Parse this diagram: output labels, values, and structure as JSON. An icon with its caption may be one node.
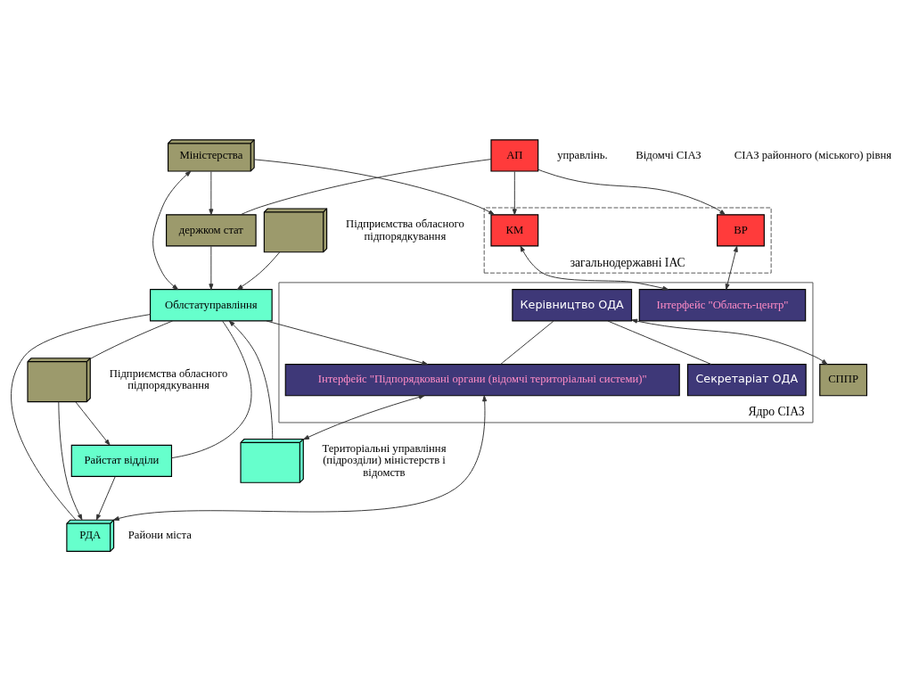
{
  "diagram": {
    "nodes": [
      {
        "text": [
          "АП"
        ]
      },
      {
        "text": [
          "загальнодержавні ІАС"
        ]
      },
      {
        "text": [
          "КМ"
        ],
        "in": 1
      },
      {
        "text": [
          "ВР"
        ],
        "in": 1
      },
      {
        "text": [
          "Міністерства"
        ]
      },
      {
        "text": [
          "держком стат"
        ]
      },
      {
        "text": [
          "Ядро СІАЗ"
        ]
      },
      {
        "text": [
          "Інтерфейс \"Область-центр\""
        ],
        "in": 6
      },
      {
        "text": [
          "Керівництво ОДА"
        ],
        "in": 6
      },
      {
        "text": [
          "Секретаріат ОДА"
        ],
        "in": 6
      },
      {
        "text": [
          "Інтерфейс \"Підпорядковані органи (відомчі територіальні системи)\""
        ],
        "in": 6
      },
      {
        "text": [
          "СППР"
        ]
      },
      {
        "text": [],
        "shape": "box",
        "beside": [
          "Територіальні управління (підрозділи) міністерств і відомств"
        ]
      },
      {
        "text": [
          "Облстатуправління"
        ]
      },
      {
        "text": [
          "РДА"
        ],
        "beside": [
          "Райони міста"
        ]
      },
      {
        "text": [
          "Райстат відділи"
        ]
      },
      {
        "text": [],
        "shape": "box",
        "beside": [
          "Підприємства обласного підпорядкування"
        ]
      },
      {
        "text": [],
        "shape": "box",
        "beside": [
          "Підприємства обласного підпорядкування"
        ]
      }
    ],
    "edges": [
      {
        "from": 0,
        "to": 2,
        "arrow": "to"
      },
      {
        "from": 0,
        "to": 3,
        "arrow": "to"
      },
      {
        "from": 0,
        "to": 5,
        "arrow": "none"
      },
      {
        "from": 4,
        "to": 2,
        "arrow": "to"
      },
      {
        "from": 4,
        "to": 5,
        "arrow": "to"
      },
      {
        "from": 2,
        "to": 7,
        "arrow": "both"
      },
      {
        "from": 3,
        "to": 7,
        "arrow": "both"
      },
      {
        "from": 8,
        "to": 9,
        "arrow": "none"
      },
      {
        "from": 8,
        "to": 10,
        "arrow": "none"
      },
      {
        "from": 8,
        "to": 11,
        "arrow": "both"
      },
      {
        "from": 5,
        "to": 13,
        "arrow": "to"
      },
      {
        "from": 4,
        "to": 13,
        "arrow": "both"
      },
      {
        "from": 12,
        "to": 13,
        "arrow": "to"
      },
      {
        "from": 10,
        "to": 12,
        "arrow": "both"
      },
      {
        "from": 13,
        "to": 10,
        "arrow": "to"
      },
      {
        "from": 10,
        "to": 14,
        "arrow": "both"
      },
      {
        "from": 13,
        "to": 14,
        "arrow": "none"
      },
      {
        "from": 13,
        "to": 15,
        "arrow": "none"
      },
      {
        "from": 13,
        "to": 17,
        "arrow": "none"
      },
      {
        "from": 15,
        "to": 14,
        "arrow": "to"
      },
      {
        "from": 17,
        "to": 15,
        "arrow": "to"
      },
      {
        "from": 17,
        "to": 14,
        "arrow": "to"
      },
      {
        "from": 16,
        "to": 13,
        "arrow": "to"
      }
    ],
    "labels": [
      "управлінь.",
      "Відомчі СІАЗ",
      "СІАЗ районного (міського) рівня"
    ]
  }
}
